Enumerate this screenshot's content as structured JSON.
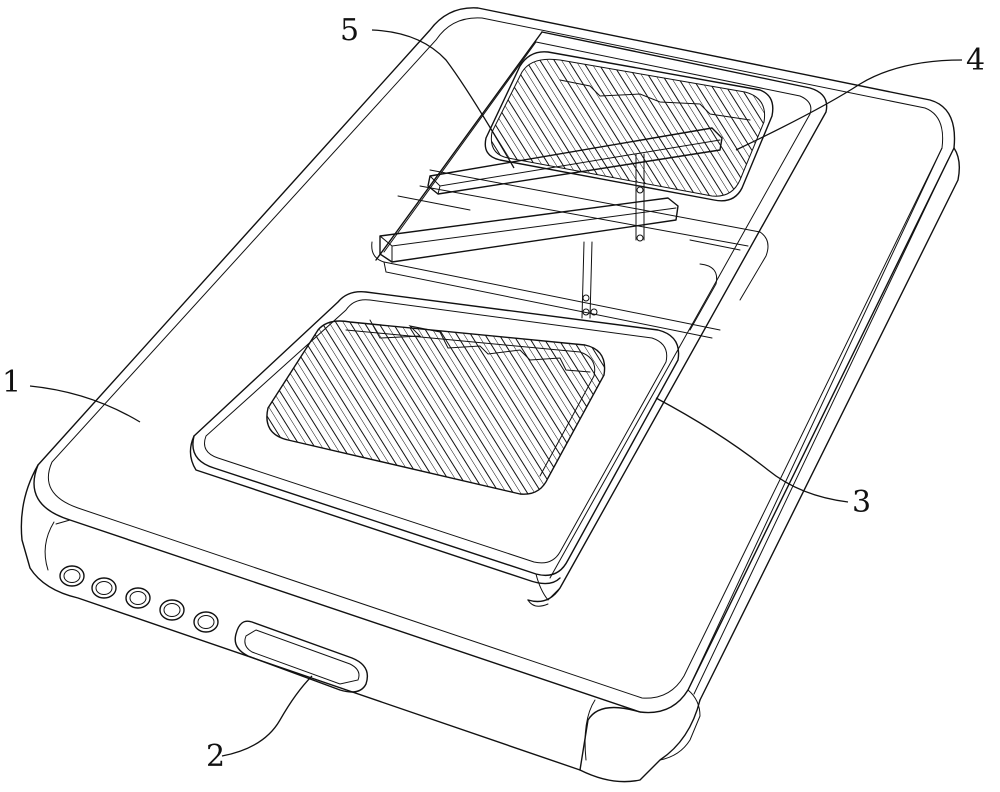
{
  "figure": {
    "labels": {
      "body": "1",
      "port": "2",
      "lower_vent": "3",
      "upper_vent": "4",
      "support_bar": "5"
    }
  }
}
